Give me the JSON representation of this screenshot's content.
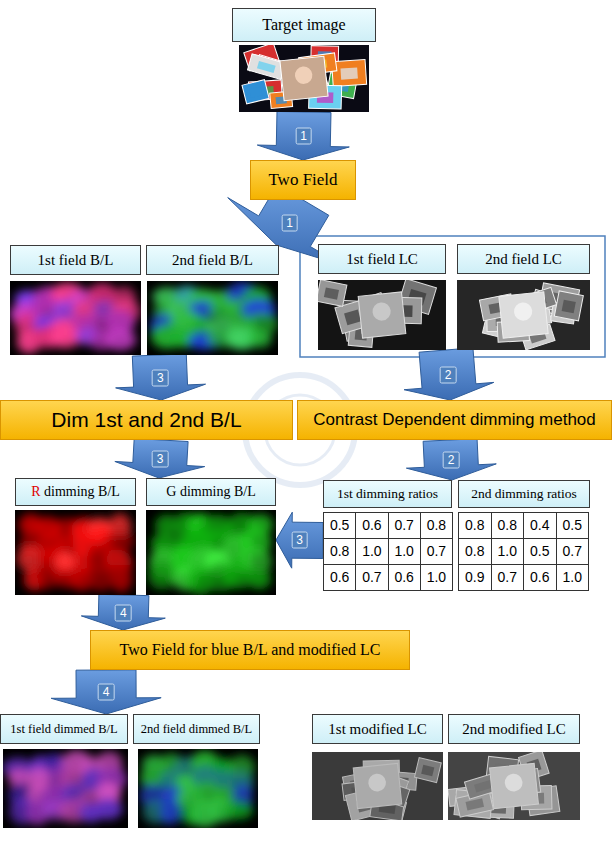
{
  "diagram": {
    "nodes": [
      {
        "text": [
          "Target image"
        ]
      },
      {
        "text": [
          "Two Field"
        ]
      },
      {
        "text": [
          "1st field B/L"
        ]
      },
      {
        "text": [
          "2nd field B/L"
        ]
      },
      {
        "text": [
          "1st field LC"
        ]
      },
      {
        "text": [
          "2nd field LC"
        ]
      },
      {
        "text": [
          "Dim 1st and 2nd B/L"
        ]
      },
      {
        "text": [
          "Contrast Dependent dimming method"
        ]
      },
      {
        "text": [
          "R dimming B/L"
        ]
      },
      {
        "text": [
          "G dimming B/L"
        ]
      },
      {
        "text": [
          "1st dimming ratios"
        ]
      },
      {
        "text": [
          "2nd dimming ratios"
        ]
      },
      {
        "text": [
          "Two Field for blue B/L and modified LC"
        ]
      },
      {
        "text": [
          "1st field dimmed B/L"
        ]
      },
      {
        "text": [
          "2nd field dimmed B/L"
        ]
      },
      {
        "text": [
          "1st modified LC"
        ]
      },
      {
        "text": [
          "2nd modified LC"
        ]
      }
    ],
    "edges": [
      {
        "from": 0,
        "to": 1,
        "label": "1",
        "arrow": "to"
      },
      {
        "from": 1,
        "to": 3,
        "label": "1",
        "arrow": "to"
      },
      {
        "from": 3,
        "to": 6,
        "label": "3",
        "arrow": "to"
      },
      {
        "from": 4,
        "to": 7,
        "label": "2",
        "arrow": "to"
      },
      {
        "from": 6,
        "to": 9,
        "label": "3",
        "arrow": "to"
      },
      {
        "from": 7,
        "to": 10,
        "label": "2",
        "arrow": "to"
      },
      {
        "from": 10,
        "to": 9,
        "label": "3",
        "arrow": "to"
      },
      {
        "from": 8,
        "to": 12,
        "label": "4",
        "arrow": "to"
      },
      {
        "from": 12,
        "to": 13,
        "label": "4",
        "arrow": "to"
      }
    ],
    "labels": [
      "0.5",
      "0.6",
      "0.7",
      "0.8",
      "0.8",
      "1.0",
      "1.0",
      "0.7",
      "0.6",
      "0.7",
      "0.6",
      "1.0",
      "0.8",
      "0.8",
      "0.4",
      "0.5",
      "0.8",
      "1.0",
      "0.5",
      "0.7",
      "0.9",
      "0.7",
      "0.6",
      "1.0"
    ]
  }
}
